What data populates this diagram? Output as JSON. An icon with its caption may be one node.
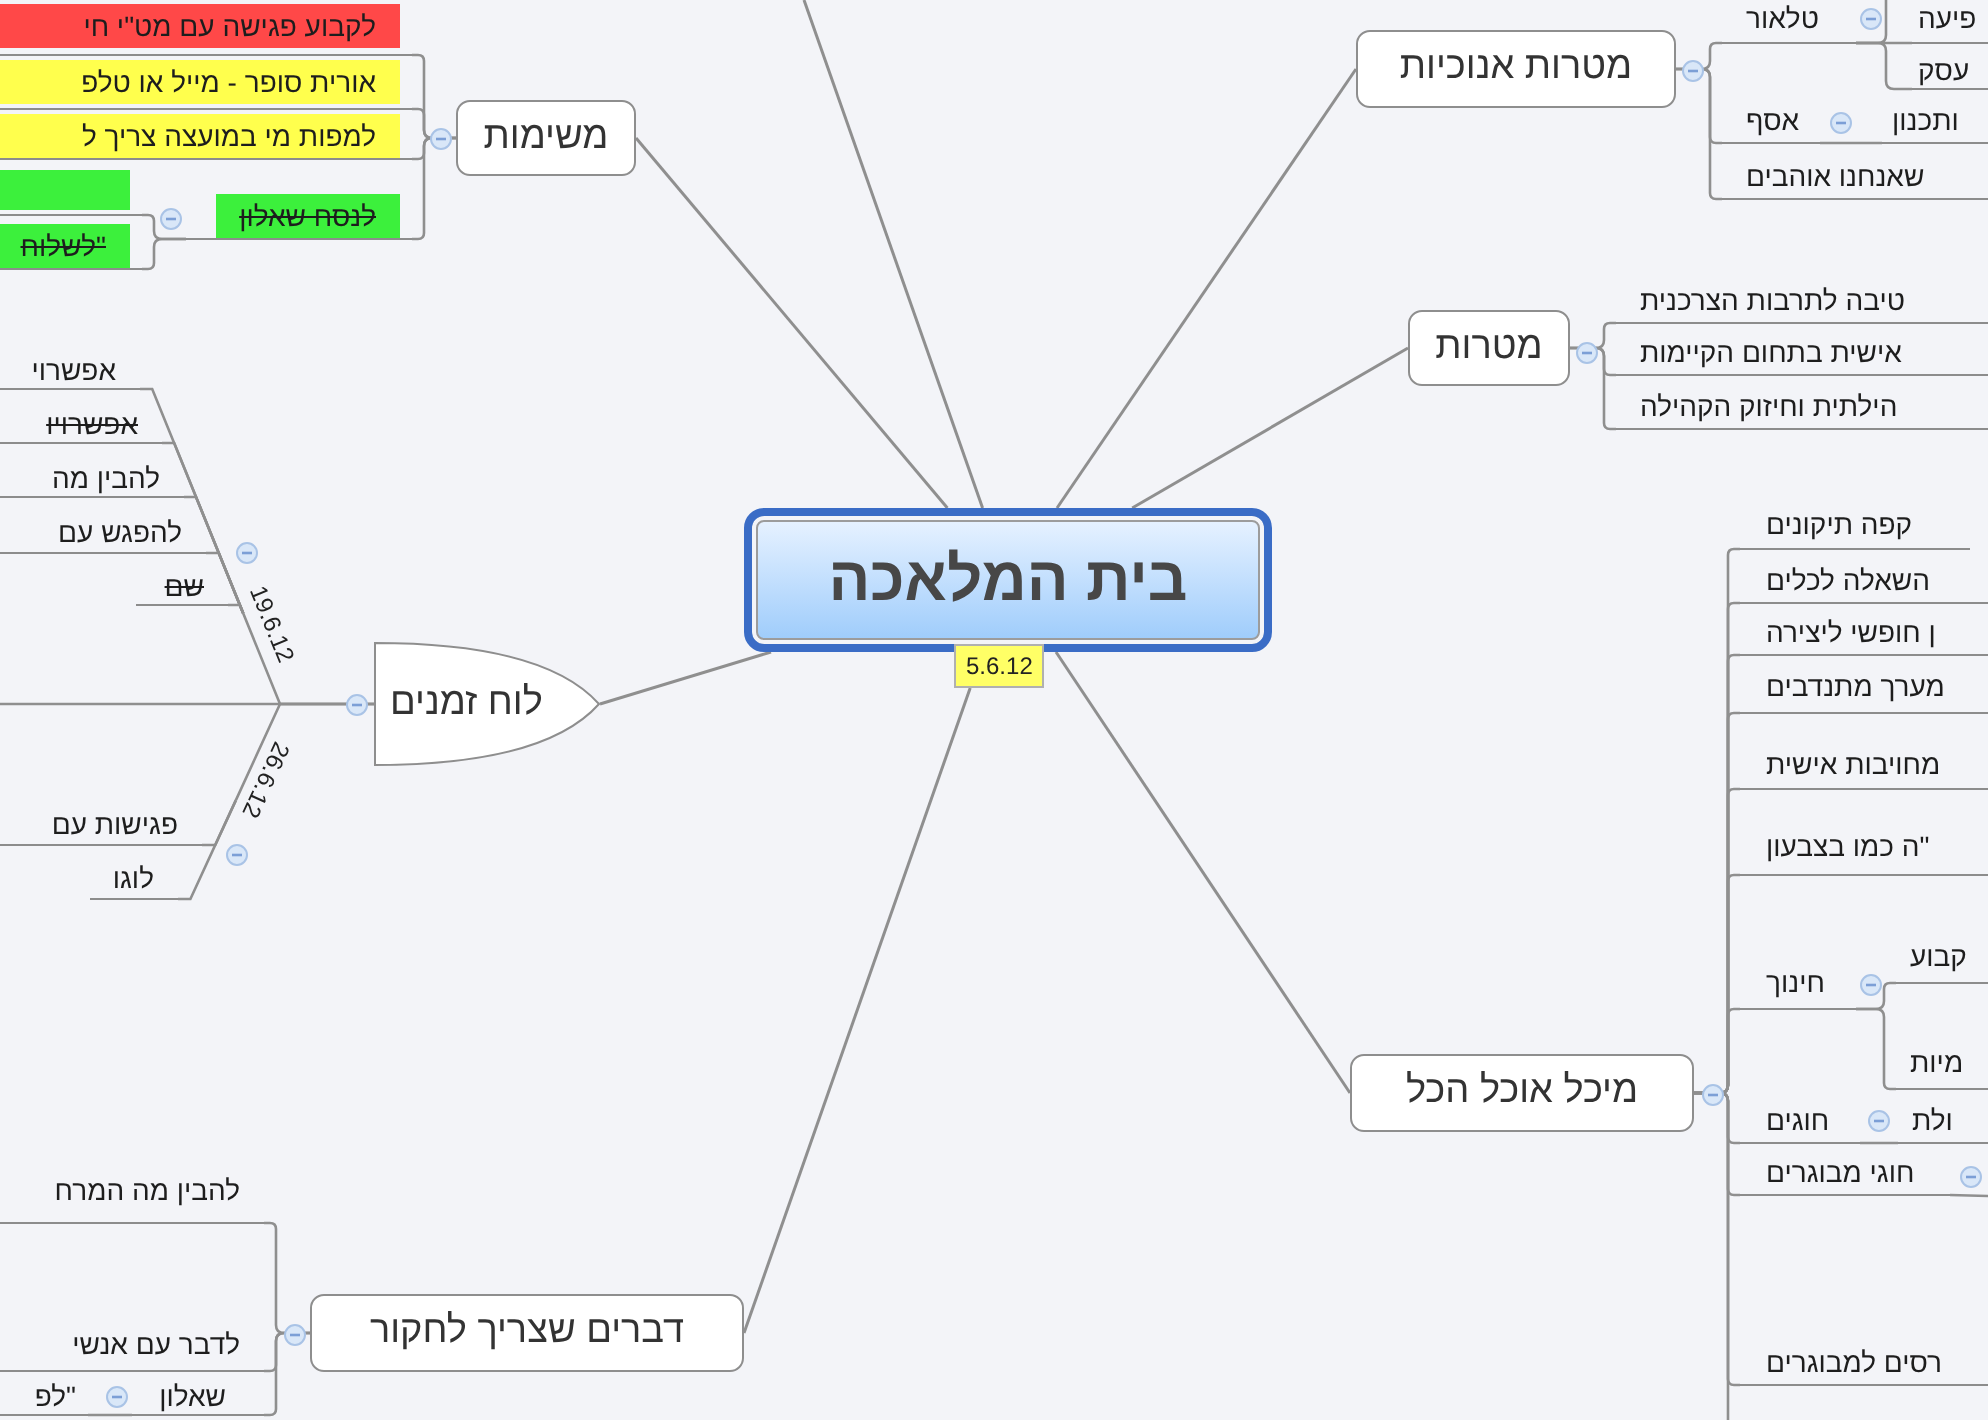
{
  "diagram": {
    "nodes": [
      {
        "text": [
          "בית המלאכה"
        ],
        "beside": [
          "5.6.12"
        ]
      },
      {
        "text": [
          "משימות"
        ]
      },
      {
        "text": [
          "לקבוע פגישה עם מט\"י חי"
        ]
      },
      {
        "text": [
          "אורית סופר - מייל או טלפ"
        ]
      },
      {
        "text": [
          "למפות מי במועצה צריך ל"
        ]
      },
      {
        "text": [
          "לנסח שאלון"
        ]
      },
      {
        "text": [],
        "shape": "box"
      },
      {
        "text": [
          "\"לשלוח"
        ]
      },
      {
        "text": [
          "לוח זמנים"
        ]
      },
      {
        "text": [
          "19.6.12"
        ]
      },
      {
        "text": [
          "אפשרוי"
        ]
      },
      {
        "text": [
          "אפשרויו"
        ]
      },
      {
        "text": [
          "להבין מה"
        ]
      },
      {
        "text": [
          "להפגש עם"
        ]
      },
      {
        "text": [
          "שם"
        ]
      },
      {
        "text": [
          "26.6.12"
        ]
      },
      {
        "text": [
          "פגישות עם"
        ]
      },
      {
        "text": [
          "לוגו"
        ]
      },
      {
        "text": [
          "דברים שצריך לחקור"
        ]
      },
      {
        "text": [
          "להבין מה המרח"
        ]
      },
      {
        "text": [
          "לדבר עם אנשי"
        ]
      },
      {
        "text": [
          "שאלון"
        ]
      },
      {
        "text": [
          "\"לפ"
        ]
      },
      {
        "text": [
          "מטרות אנוכיות"
        ]
      },
      {
        "text": [
          "טלאור"
        ]
      },
      {
        "text": [
          "פיעה"
        ]
      },
      {
        "text": [
          "עסק"
        ]
      },
      {
        "text": [
          "אסף"
        ]
      },
      {
        "text": [
          "ותכנון"
        ]
      },
      {
        "text": [
          "שאנחנו אוהבים"
        ]
      },
      {
        "text": [
          "מטרות"
        ]
      },
      {
        "text": [
          "טיבה לתרבות הצרכנית"
        ]
      },
      {
        "text": [
          "אישית בתחום הקיימות"
        ]
      },
      {
        "text": [
          "הילתית וחיזוק הקהילה"
        ]
      },
      {
        "text": [
          "מיכל אוכל הכל"
        ]
      },
      {
        "text": [
          "קפה תיקונים"
        ]
      },
      {
        "text": [
          "השאלה לכלים"
        ]
      },
      {
        "text": [
          "ן חופשי ליצירה"
        ]
      },
      {
        "text": [
          "מערך מתנדבים"
        ]
      },
      {
        "text": [
          "מחויבות אישית"
        ]
      },
      {
        "text": [
          "\"ה כמו בצבעון"
        ]
      },
      {
        "text": [
          "חינוך"
        ]
      },
      {
        "text": [
          "קבוע"
        ]
      },
      {
        "text": [
          "מיות"
        ]
      },
      {
        "text": [
          "חוגים"
        ]
      },
      {
        "text": [
          "ולת"
        ]
      },
      {
        "text": [
          "חוגי מבוגרים"
        ]
      },
      {
        "text": [
          "רסים למבוגרים"
        ]
      }
    ],
    "edges": [
      {
        "from": 0,
        "to": 1,
        "arrow": "none"
      },
      {
        "from": 0,
        "to": null,
        "arrow": "none"
      },
      {
        "from": 0,
        "to": 23,
        "arrow": "none"
      },
      {
        "from": 0,
        "to": 30,
        "arrow": "none"
      },
      {
        "from": 0,
        "to": 34,
        "arrow": "none"
      },
      {
        "from": 0,
        "to": 18,
        "arrow": "none"
      },
      {
        "from": 0,
        "to": 8,
        "arrow": "none"
      },
      {
        "from": 1,
        "to": 2,
        "arrow": "none"
      },
      {
        "from": 1,
        "to": 3,
        "arrow": "none"
      },
      {
        "from": 1,
        "to": 4,
        "arrow": "none"
      },
      {
        "from": 1,
        "to": 5,
        "arrow": "none"
      },
      {
        "from": 5,
        "to": 6,
        "arrow": "none"
      },
      {
        "from": 5,
        "to": 7,
        "arrow": "none"
      },
      {
        "from": 8,
        "to": 9,
        "arrow": "none"
      },
      {
        "from": 8,
        "to": 15,
        "arrow": "none"
      },
      {
        "from": 8,
        "to": null,
        "arrow": "none"
      },
      {
        "from": 9,
        "to": 10,
        "arrow": "none"
      },
      {
        "from": 9,
        "to": 11,
        "arrow": "none"
      },
      {
        "from": 9,
        "to": 12,
        "arrow": "none"
      },
      {
        "from": 9,
        "to": 13,
        "arrow": "none"
      },
      {
        "from": 9,
        "to": 14,
        "arrow": "none"
      },
      {
        "from": 15,
        "to": 16,
        "arrow": "none"
      },
      {
        "from": 15,
        "to": 17,
        "arrow": "none"
      },
      {
        "from": 18,
        "to": 19,
        "arrow": "none"
      },
      {
        "from": 18,
        "to": 20,
        "arrow": "none"
      },
      {
        "from": 18,
        "to": 21,
        "arrow": "none"
      },
      {
        "from": 21,
        "to": 22,
        "arrow": "none"
      },
      {
        "from": 23,
        "to": 24,
        "arrow": "none"
      },
      {
        "from": 23,
        "to": 27,
        "arrow": "none"
      },
      {
        "from": 23,
        "to": 29,
        "arrow": "none"
      },
      {
        "from": 24,
        "to": 25,
        "arrow": "none"
      },
      {
        "from": 24,
        "to": 26,
        "arrow": "none"
      },
      {
        "from": 24,
        "to": null,
        "arrow": "none"
      },
      {
        "from": 27,
        "to": 28,
        "arrow": "none"
      },
      {
        "from": 30,
        "to": 31,
        "arrow": "none"
      },
      {
        "from": 30,
        "to": 32,
        "arrow": "none"
      },
      {
        "from": 30,
        "to": 33,
        "arrow": "none"
      },
      {
        "from": 34,
        "to": 35,
        "arrow": "none"
      },
      {
        "from": 34,
        "to": 36,
        "arrow": "none"
      },
      {
        "from": 34,
        "to": 37,
        "arrow": "none"
      },
      {
        "from": 34,
        "to": 38,
        "arrow": "none"
      },
      {
        "from": 34,
        "to": 39,
        "arrow": "none"
      },
      {
        "from": 34,
        "to": 40,
        "arrow": "none"
      },
      {
        "from": 34,
        "to": 41,
        "arrow": "none"
      },
      {
        "from": 34,
        "to": 44,
        "arrow": "none"
      },
      {
        "from": 34,
        "to": 46,
        "arrow": "none"
      },
      {
        "from": 34,
        "to": 47,
        "arrow": "none"
      },
      {
        "from": 34,
        "to": null,
        "arrow": "none"
      },
      {
        "from": 41,
        "to": 42,
        "arrow": "none"
      },
      {
        "from": 41,
        "to": 43,
        "arrow": "none"
      },
      {
        "from": 44,
        "to": 45,
        "arrow": "none"
      },
      {
        "from": 46,
        "to": null,
        "arrow": "none"
      }
    ]
  }
}
